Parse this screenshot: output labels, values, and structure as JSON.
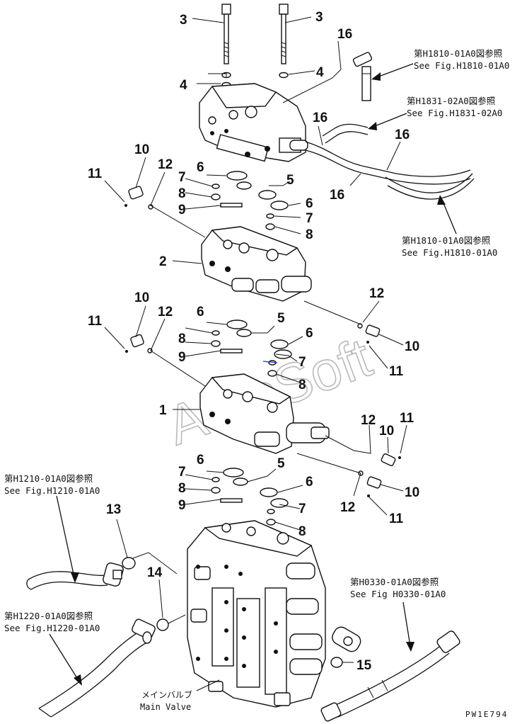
{
  "watermark": "AutoSoft",
  "drawing_code": "PW1E794",
  "main_valve": {
    "label_jp": "メインバルブ",
    "label_en": "Main Valve"
  },
  "references": [
    {
      "jp": "第H1810-01A0図参照",
      "en": "See Fig.H1810-01A0"
    },
    {
      "jp": "第H1831-02A0図参照",
      "en": "See Fig.H1831-02A0"
    },
    {
      "jp": "第H1810-01A0図参照",
      "en": "See Fig.H1810-01A0"
    },
    {
      "jp": "第H1210-01A0図参照",
      "en": "See Fig.H1210-01A0"
    },
    {
      "jp": "第H0330-01A0図参照",
      "en": "See Fig H0330-01A0"
    },
    {
      "jp": "第H1220-01A0図参照",
      "en": "See Fig.H1220-01A0"
    }
  ],
  "callouts": [
    "3",
    "3",
    "4",
    "4",
    "16",
    "16",
    "16",
    "16",
    "10",
    "11",
    "12",
    "6",
    "7",
    "8",
    "9",
    "5",
    "6",
    "7",
    "8",
    "2",
    "12",
    "10",
    "11",
    "10",
    "11",
    "12",
    "6",
    "8",
    "9",
    "5",
    "6",
    "7",
    "8",
    "1",
    "12",
    "10",
    "11",
    "6",
    "7",
    "8",
    "9",
    "5",
    "6",
    "7",
    "8",
    "12",
    "10",
    "11",
    "13",
    "14",
    "15"
  ]
}
